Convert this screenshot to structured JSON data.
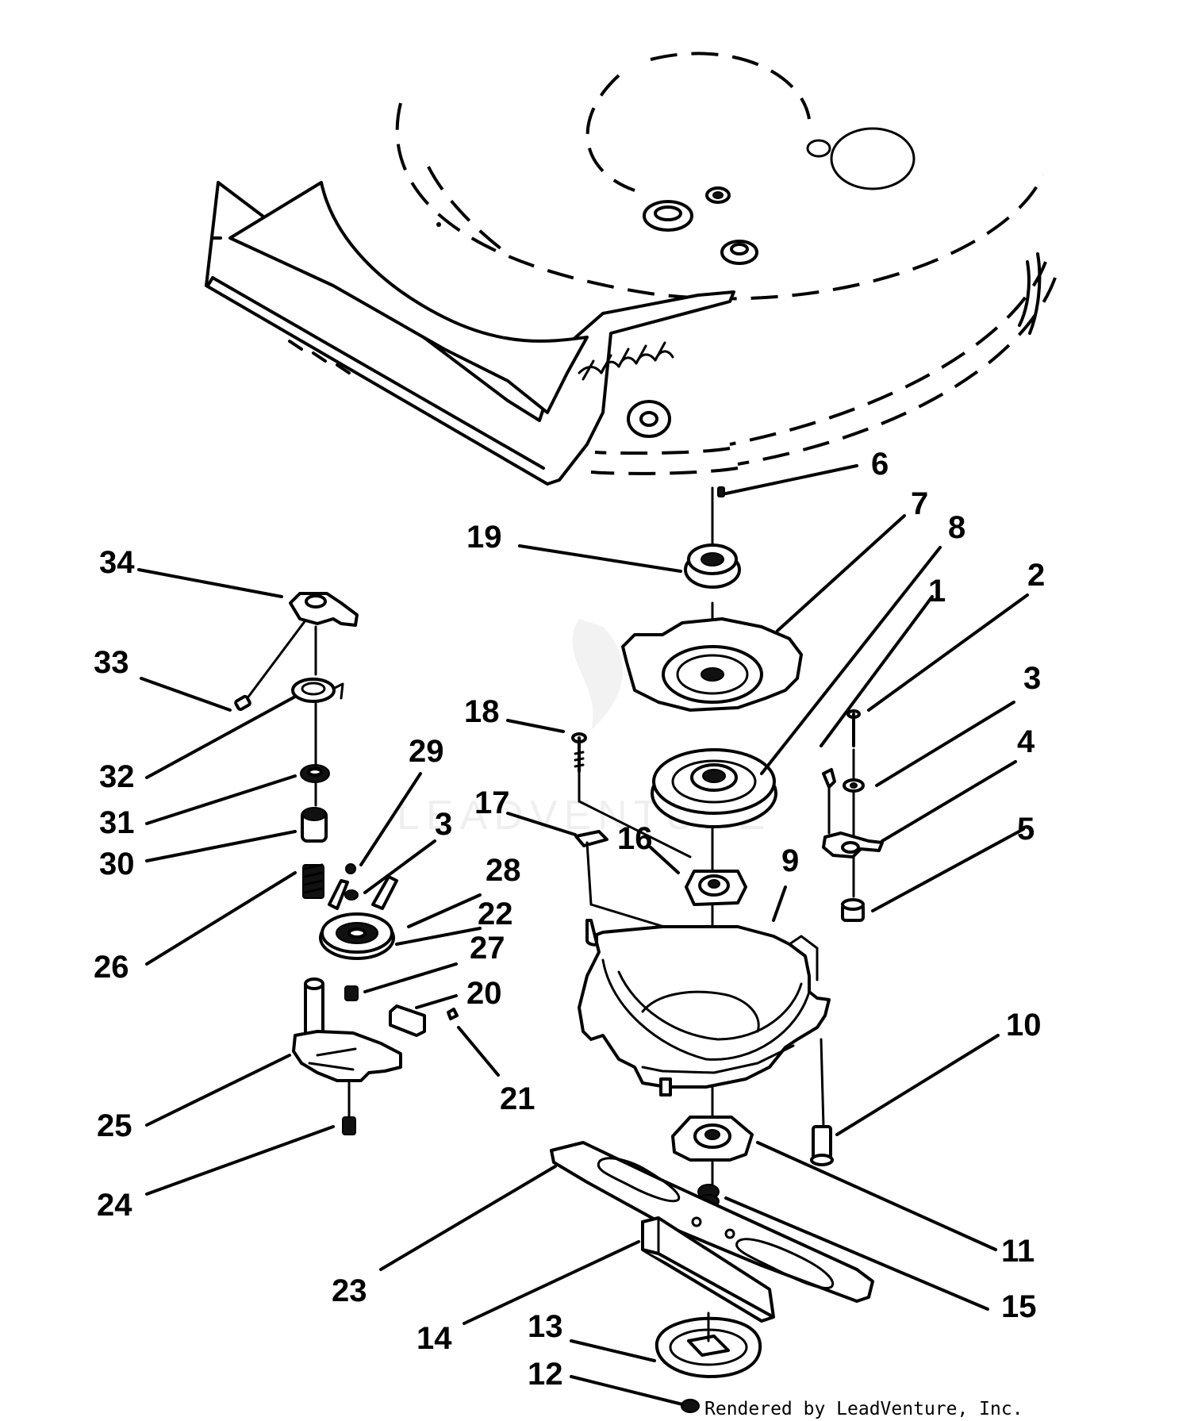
{
  "diagram": {
    "callouts": [
      "1",
      "2",
      "3",
      "4",
      "5",
      "6",
      "7",
      "8",
      "9",
      "10",
      "11",
      "12",
      "13",
      "14",
      "15",
      "16",
      "17",
      "18",
      "19",
      "20",
      "21",
      "22",
      "23",
      "24",
      "25",
      "26",
      "27",
      "28",
      "29",
      "30",
      "31",
      "32",
      "33",
      "34"
    ],
    "repeat_callout_3": "3",
    "watermark_text": "LEADVENTURE",
    "credit": "Rendered by LeadVenture, Inc."
  }
}
